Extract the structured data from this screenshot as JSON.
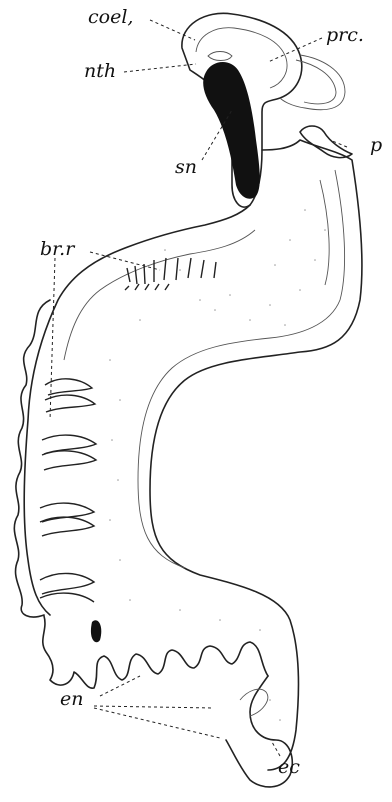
{
  "labels": {
    "coel": "coel,",
    "prc": "prc.",
    "nth": "nth",
    "sn": "sn",
    "p": "p",
    "brr": "br.r",
    "en": "en",
    "ec": "ec"
  },
  "colors": {
    "ink": "#222222",
    "dark_lumen": "#111111",
    "stipple": "#9a9a9a"
  }
}
